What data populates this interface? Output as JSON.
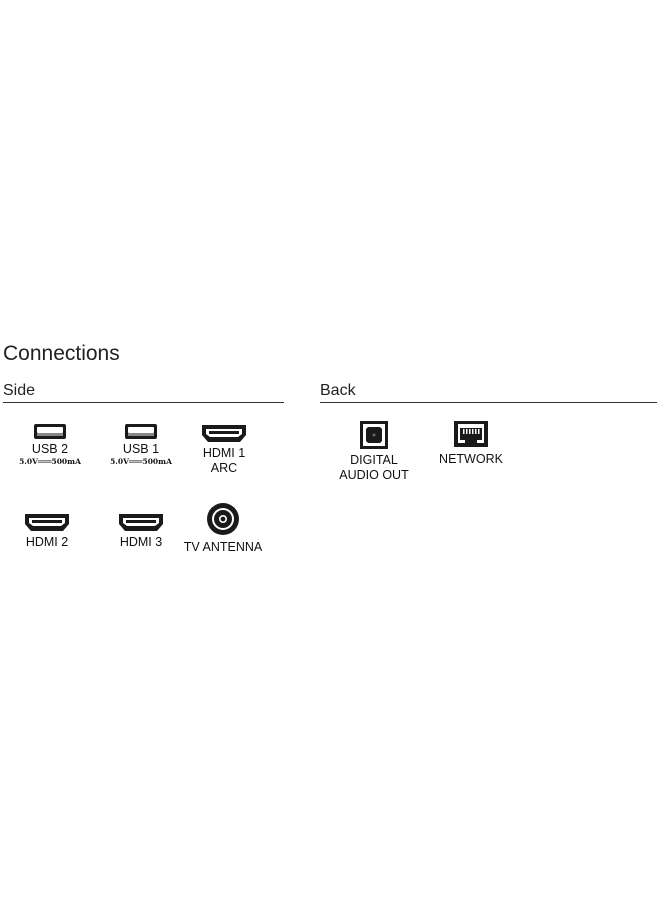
{
  "title": "Connections",
  "side": {
    "heading": "Side",
    "ports": [
      {
        "label": "USB 2",
        "spec": "5.0V═══500mA",
        "icon": "usb-icon"
      },
      {
        "label": "USB 1",
        "spec": "5.0V═══500mA",
        "icon": "usb-icon"
      },
      {
        "label": "HDMI 1",
        "label2": "ARC",
        "icon": "hdmi-icon"
      },
      {
        "label": "HDMI 2",
        "icon": "hdmi-icon"
      },
      {
        "label": "HDMI 3",
        "icon": "hdmi-icon"
      },
      {
        "label": "TV ANTENNA",
        "icon": "antenna-icon"
      }
    ]
  },
  "back": {
    "heading": "Back",
    "ports": [
      {
        "label": "DIGITAL",
        "label2": "AUDIO OUT",
        "icon": "optical-audio-icon"
      },
      {
        "label": "NETWORK",
        "icon": "ethernet-icon"
      }
    ]
  }
}
